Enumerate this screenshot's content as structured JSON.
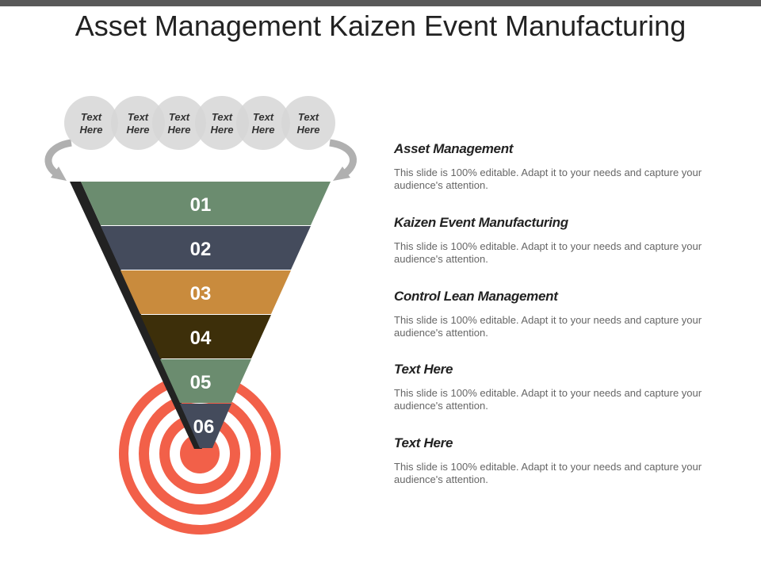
{
  "title": "Asset Management Kaizen Event Manufacturing",
  "colors": {
    "top_bar": "#595959",
    "bubble": "#d6d6d6",
    "bubble_text": "#333333",
    "arrow": "#b0b0b0",
    "shadow": "#222222",
    "target_red": "#f26049",
    "segment_text": "#ffffff",
    "segments": [
      "#6b8c6f",
      "#444b5c",
      "#c98b3d",
      "#3d2f0a",
      "#6b8c6f",
      "#444b5c"
    ]
  },
  "bubbles": [
    {
      "label": "Text\nHere"
    },
    {
      "label": "Text\nHere"
    },
    {
      "label": "Text\nHere"
    },
    {
      "label": "Text\nHere"
    },
    {
      "label": "Text\nHere"
    },
    {
      "label": "Text\nHere"
    }
  ],
  "funnel_segments": [
    {
      "label": "01"
    },
    {
      "label": "02"
    },
    {
      "label": "03"
    },
    {
      "label": "04"
    },
    {
      "label": "05"
    },
    {
      "label": "06"
    }
  ],
  "items": [
    {
      "heading": "Asset Management",
      "body": "This slide is 100% editable. Adapt it to your needs and capture your audience's attention."
    },
    {
      "heading": "Kaizen Event Manufacturing",
      "body": "This slide is 100% editable. Adapt it to your needs and capture your audience's attention."
    },
    {
      "heading": "Control Lean Management",
      "body": "This slide is 100% editable. Adapt it to your needs and capture your audience's attention."
    },
    {
      "heading": "Text Here",
      "body": "This slide is 100% editable. Adapt it to your needs and capture your audience's attention."
    },
    {
      "heading": "Text Here",
      "body": "This slide is 100% editable. Adapt it to your needs and capture your audience's attention."
    }
  ]
}
